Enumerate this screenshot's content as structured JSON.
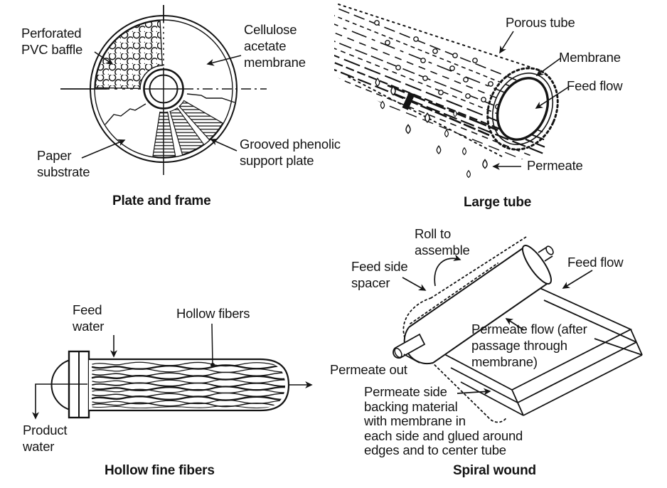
{
  "figure": {
    "colors": {
      "ink": "#141414",
      "background": "#ffffff"
    },
    "panels": {
      "plate_and_frame": {
        "caption": "Plate and frame",
        "labels": {
          "perforated_pvc_baffle": "Perforated\nPVC baffle",
          "cellulose_acetate_membrane": "Cellulose\nacetate\nmembrane",
          "paper_substrate": "Paper\nsubstrate",
          "grooved_phenolic_support_plate": "Grooved phenolic\nsupport plate"
        }
      },
      "large_tube": {
        "caption": "Large tube",
        "labels": {
          "porous_tube": "Porous tube",
          "membrane": "Membrane",
          "feed_flow": "Feed flow",
          "permeate": "Permeate"
        }
      },
      "hollow_fine_fibers": {
        "caption": "Hollow fine fibers",
        "labels": {
          "feed_water": "Feed\nwater",
          "hollow_fibers": "Hollow fibers",
          "product_water": "Product\nwater"
        }
      },
      "spiral_wound": {
        "caption": "Spiral wound",
        "labels": {
          "roll_to_assemble": "Roll to\nassemble",
          "feed_side_spacer": "Feed side\nspacer",
          "feed_flow": "Feed flow",
          "permeate_flow": "Permeate flow (after\npassage through\nmembrane)",
          "permeate_out": "Permeate out",
          "permeate_side_backing": "Permeate side\nbacking material\nwith membrane in\neach side and glued around\nedges and to center tube"
        }
      }
    }
  }
}
